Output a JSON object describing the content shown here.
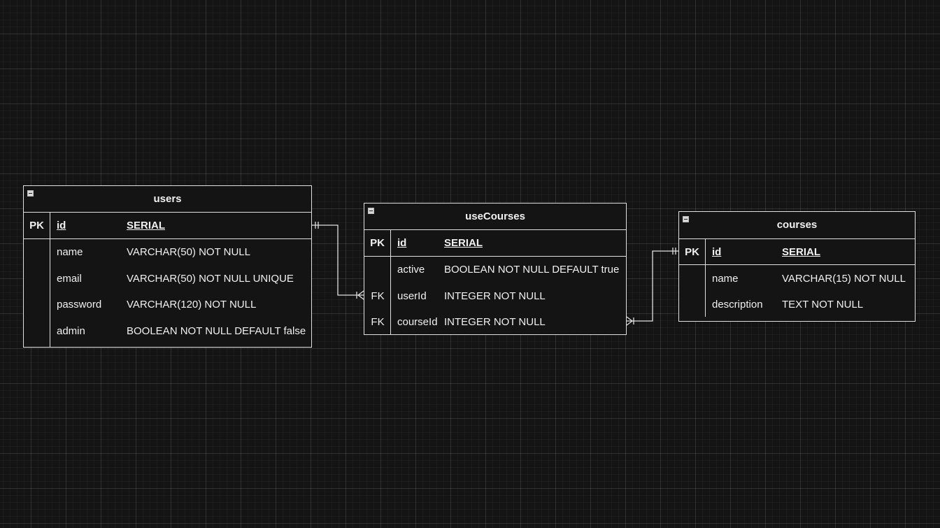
{
  "entities": {
    "users": {
      "title": "users",
      "pk": {
        "key": "PK",
        "name": "id",
        "type": "SERIAL"
      },
      "rows": [
        {
          "key": "",
          "name": "name",
          "type": "VARCHAR(50) NOT NULL"
        },
        {
          "key": "",
          "name": "email",
          "type": "VARCHAR(50) NOT NULL UNIQUE"
        },
        {
          "key": "",
          "name": "password",
          "type": "VARCHAR(120) NOT NULL"
        },
        {
          "key": "",
          "name": "admin",
          "type": "BOOLEAN NOT NULL DEFAULT false"
        }
      ]
    },
    "useCourses": {
      "title": "useCourses",
      "pk": {
        "key": "PK",
        "name": "id",
        "type": "SERIAL"
      },
      "rows": [
        {
          "key": "",
          "name": "active",
          "type": "BOOLEAN NOT NULL DEFAULT true"
        },
        {
          "key": "FK",
          "name": "userId",
          "type": "INTEGER NOT NULL"
        },
        {
          "key": "FK",
          "name": "courseId",
          "type": "INTEGER NOT NULL"
        }
      ]
    },
    "courses": {
      "title": "courses",
      "pk": {
        "key": "PK",
        "name": "id",
        "type": "SERIAL"
      },
      "rows": [
        {
          "key": "",
          "name": "name",
          "type": "VARCHAR(15) NOT NULL"
        },
        {
          "key": "",
          "name": "description",
          "type": "TEXT NOT NULL"
        }
      ]
    }
  },
  "relationships": [
    {
      "from": "users.id",
      "from_cardinality": "one-and-only-one",
      "to": "useCourses.userId",
      "to_cardinality": "one-or-many"
    },
    {
      "from": "courses.id",
      "from_cardinality": "one-and-only-one",
      "to": "useCourses.courseId",
      "to_cardinality": "one-or-many"
    }
  ],
  "colors": {
    "background": "#141414",
    "stroke": "#e0e0e0",
    "text": "#f0f0f0"
  },
  "icons": {
    "collapse": "minus-square-icon"
  }
}
